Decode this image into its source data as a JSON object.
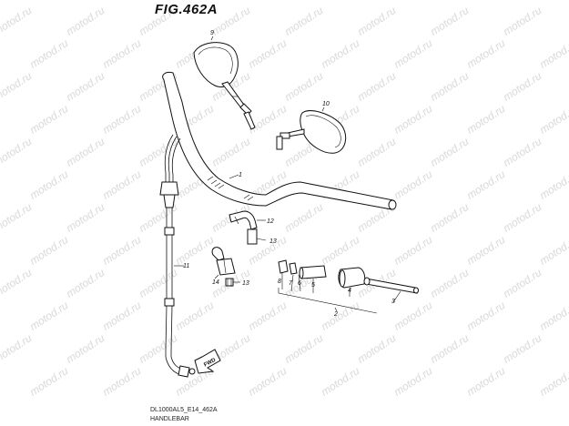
{
  "figure": {
    "title": "FIG.462A",
    "model_code": "DL1000AL5_E14_462A",
    "section_name": "HANDLEBAR",
    "fwd_label": "FWD"
  },
  "watermark": {
    "text": "motod.ru"
  },
  "callouts": {
    "c1": "1",
    "c2": "2",
    "c3": "3",
    "c4": "4",
    "c5": "5",
    "c6": "6",
    "c7": "7",
    "c8": "8",
    "c9": "9",
    "c10": "10",
    "c11": "11",
    "c12": "12",
    "c13a": "13",
    "c13b": "13",
    "c14": "14"
  }
}
